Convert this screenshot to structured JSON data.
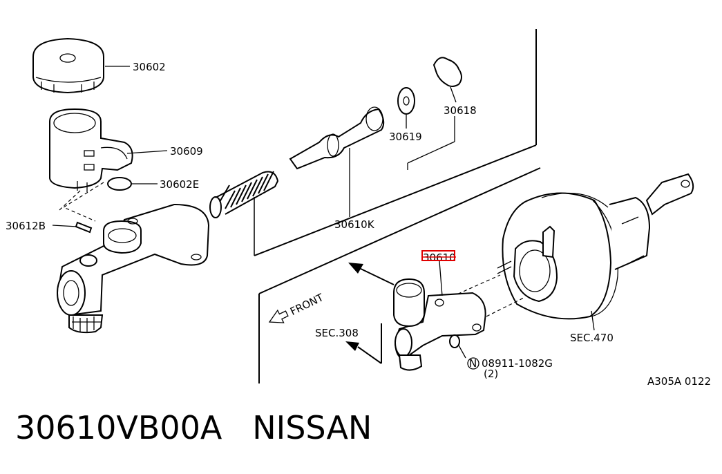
{
  "callouts": {
    "p30602": "30602",
    "p30609": "30609",
    "p30602e": "30602E",
    "p30612b": "30612B",
    "p30610k": "30610K",
    "p30619": "30619",
    "p30618": "30618",
    "p30610": "30610",
    "sec308": "SEC.308",
    "sec470": "SEC.470",
    "bolt": "08911-1082G",
    "bolt_qty": "(2)",
    "bolt_marker": "N",
    "front": "FRONT",
    "drawing_code": "A305A 0122"
  },
  "caption": {
    "part_number": "30610VB00A",
    "brand": "NISSAN"
  },
  "highlight_color": "#e00000"
}
